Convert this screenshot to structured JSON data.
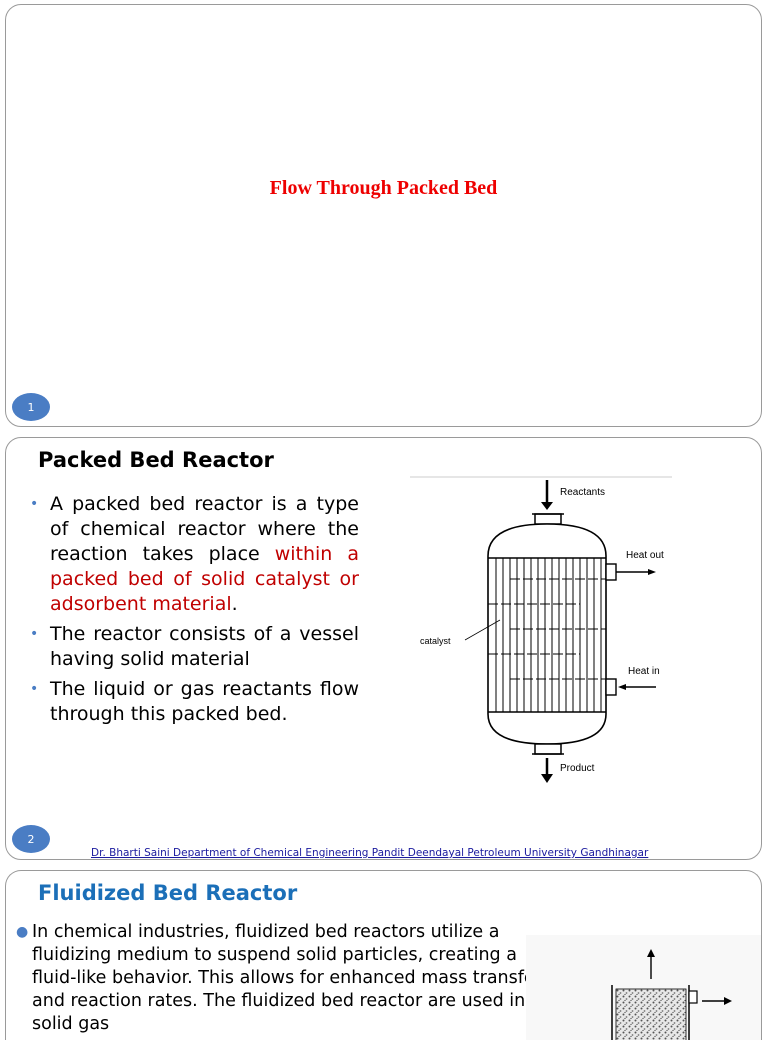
{
  "slides": [
    {
      "number": "1",
      "title": "Flow Through Packed Bed"
    },
    {
      "number": "2",
      "title": "Packed Bed Reactor",
      "bullets": [
        {
          "before": "A packed bed reactor is a type of chemical reactor where the reaction takes place ",
          "highlight": "within a packed bed of solid catalyst or adsorbent material",
          "after": "."
        },
        {
          "text": "The reactor consists of a vessel having solid material"
        },
        {
          "text": "The liquid or gas reactants flow through this packed bed."
        }
      ],
      "diagram": {
        "labels": {
          "reactants": "Reactants",
          "heat_out": "Heat out",
          "catalyst": "catalyst",
          "heat_in": "Heat in",
          "product": "Product"
        }
      },
      "footer": "Dr. Bharti Saini Department of Chemical Engineering Pandit Deendayal Petroleum University Gandhinagar"
    },
    {
      "title": "Fluidized Bed Reactor",
      "text": "In chemical industries, fluidized bed reactors utilize a fluidizing medium to suspend solid particles, creating a fluid-like behavior. This allows for enhanced mass transfer and reaction rates. The fluidized bed reactor are used in solid gas"
    }
  ],
  "colors": {
    "title_red": "#ee0000",
    "highlight_red": "#c00000",
    "accent_blue": "#4a7dc4",
    "heading_blue": "#1b6fb8",
    "footer_link": "#1a1a9e"
  }
}
